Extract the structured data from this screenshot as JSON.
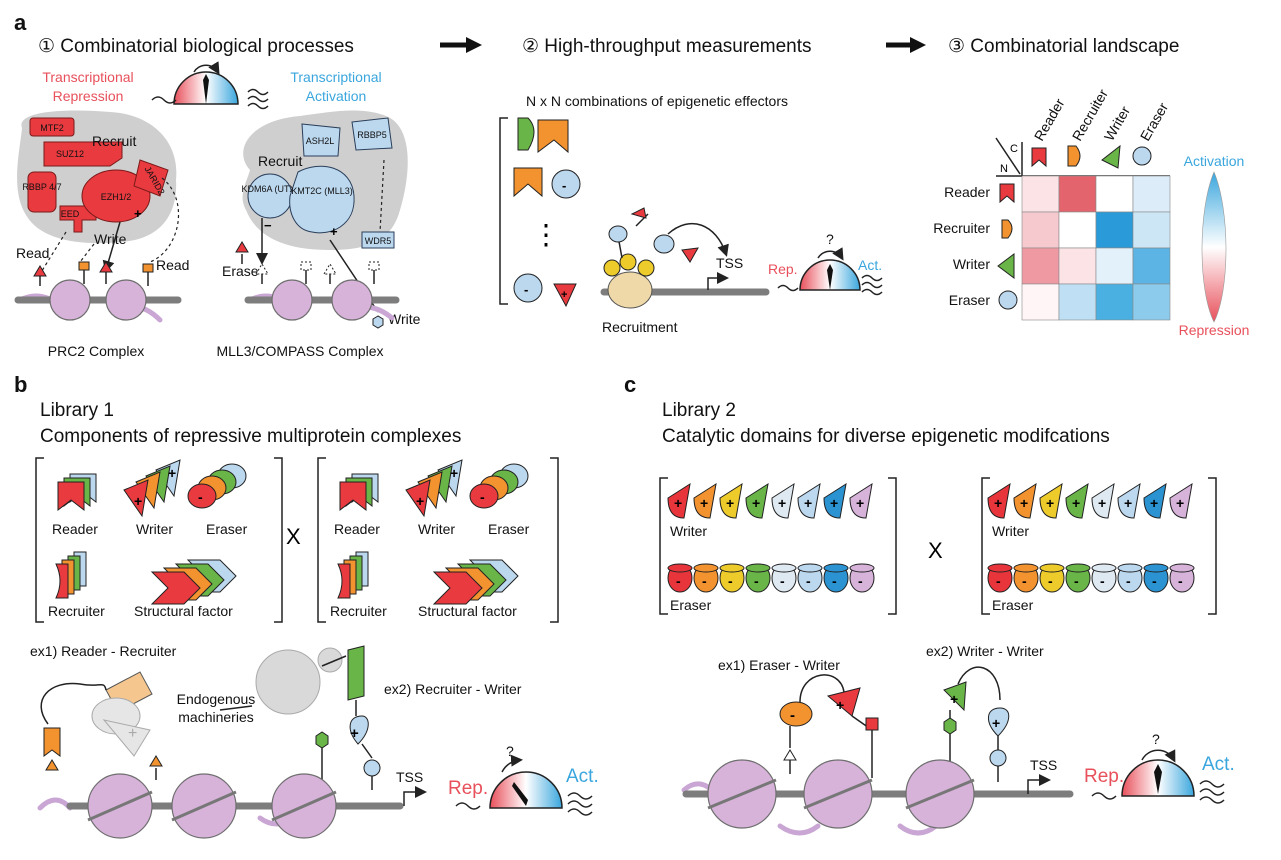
{
  "panels": {
    "a": "a",
    "b": "b",
    "c": "c"
  },
  "steps": {
    "s1": "① Combinatorial biological processes",
    "s2": "② High-throughput measurements",
    "s3": "③ Combinatorial landscape"
  },
  "panel_a": {
    "repression_label_1": "Transcriptional",
    "repression_label_2": "Repression",
    "activation_label_1": "Transcriptional",
    "activation_label_2": "Activation",
    "prc2": {
      "proteins": [
        "MTF2",
        "SUZ12",
        "RBBP 4/7",
        "EED",
        "EZH1/2",
        "JARID2"
      ],
      "recruit": "Recruit",
      "write": "Write",
      "read_left": "Read",
      "read_right": "Read",
      "complex_name": "PRC2 Complex"
    },
    "mll3": {
      "proteins": [
        "ASH2L",
        "RBBP5",
        "KDM6A (UTX)",
        "KMT2C (MLL3)",
        "WDR5"
      ],
      "recruit": "Recruit",
      "erase": "Erase",
      "write": "Write",
      "complex_name": "MLL3/COMPASS Complex"
    },
    "nxn_label": "N x N combinations of epigenetic effectors",
    "ellipsis": "⋮",
    "recruitment": "Recruitment",
    "tss": "TSS",
    "rep": "Rep.",
    "act": "Act.",
    "question": "?",
    "heatmap": {
      "corner_n": "N",
      "corner_c": "C",
      "col_labels": [
        "Reader",
        "Recruiter",
        "Writer",
        "Eraser"
      ],
      "row_labels": [
        "Reader",
        "Recruiter",
        "Writer",
        "Eraser"
      ],
      "colors": [
        [
          "#fbe3e6",
          "#e4646d",
          "#ffffff",
          "#dcedf9"
        ],
        [
          "#f6c9cf",
          "#ffffff",
          "#2a9bd8",
          "#cde6f6"
        ],
        [
          "#ef9aa3",
          "#fbe3e6",
          "#e3f1fa",
          "#5bb4e3"
        ],
        [
          "#fff5f6",
          "#bfe0f4",
          "#4ab0e2",
          "#8ccbec"
        ]
      ],
      "activation": "Activation",
      "repression": "Repression"
    }
  },
  "panel_b": {
    "library": "Library 1",
    "subtitle": "Components of repressive multiprotein complexes",
    "labels": [
      "Reader",
      "Writer",
      "Eraser",
      "Recruiter",
      "Structural factor"
    ],
    "times": "X",
    "ex1": "ex1) Reader - Recruiter",
    "ex2": "ex2) Recruiter - Writer",
    "endogenous_1": "Endogenous",
    "endogenous_2": "machineries",
    "tss": "TSS",
    "rep": "Rep.",
    "act": "Act.",
    "question": "?"
  },
  "panel_c": {
    "library": "Library 2",
    "subtitle": "Catalytic domains for diverse epigenetic modifcations",
    "writer": "Writer",
    "eraser": "Eraser",
    "times": "X",
    "palette": [
      "#e8353b",
      "#f3932f",
      "#eccb2b",
      "#69b548",
      "#dfe9f2",
      "#bcd8ef",
      "#2b93d2",
      "#d7b3da"
    ],
    "ex1": "ex1) Eraser - Writer",
    "ex2": "ex2) Writer - Writer",
    "tss": "TSS",
    "rep": "Rep.",
    "act": "Act.",
    "question": "?"
  }
}
